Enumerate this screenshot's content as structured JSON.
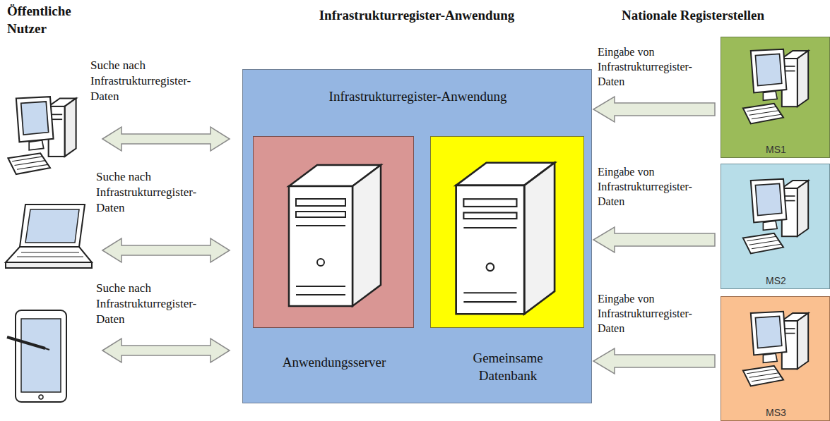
{
  "diagram": {
    "nodes": [
      {
        "text": [
          "Infrastrukturregister-Anwendung"
        ]
      },
      {
        "text": [
          "Anwendungsserver"
        ],
        "in": 0
      },
      {
        "text": [
          "Gemeinsame Datenbank"
        ],
        "in": 0
      },
      {
        "text": [
          "MS1"
        ]
      },
      {
        "text": [
          "MS2"
        ]
      },
      {
        "text": [
          "MS3"
        ]
      }
    ],
    "edges": [
      {
        "from": 3,
        "to": 0,
        "arrow": "to",
        "label": "Eingabe von Infrastrukturregister-Daten"
      },
      {
        "from": 4,
        "to": 0,
        "arrow": "to",
        "label": "Eingabe von Infrastrukturregister-Daten"
      },
      {
        "from": 5,
        "to": 0,
        "arrow": "to",
        "label": "Eingabe von Infrastrukturregister-Daten"
      }
    ],
    "labels": [
      "Öffentliche Nutzer",
      "Infrastrukturregister-Anwendung",
      "Nationale Registerstellen",
      "Suche nach Infrastrukturregister-Daten",
      "Suche nach Infrastrukturregister-Daten",
      "Suche nach Infrastrukturregister-Daten"
    ]
  }
}
